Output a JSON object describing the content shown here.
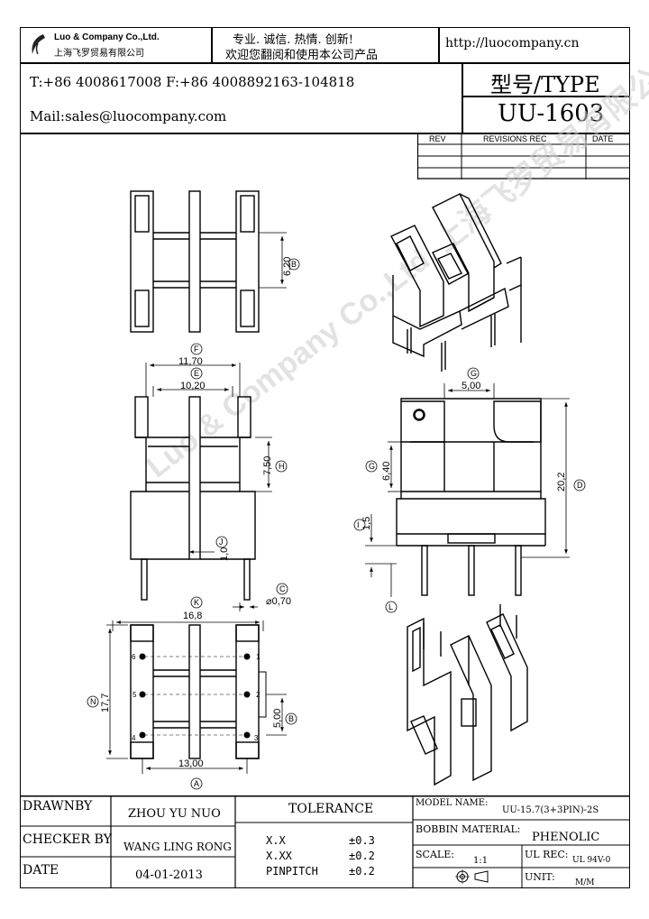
{
  "header": {
    "company_en": "Luo & Company Co.,Ltd.",
    "company_cn": "上海飞罗贸易有限公司",
    "slogan_1": "专业. 诚信.  热情.  创新!",
    "slogan_2": "欢迎您翻阅和使用本公司产品",
    "url": "http://luocompany.cn",
    "phone_fax": "T:+86 4008617008 F:+86 4008892163-104818",
    "mail": "Mail:sales@luocompany.com",
    "type_label": "型号/TYPE",
    "model_code": "UU-1603"
  },
  "revisions": {
    "col_rev": "REV",
    "col_rec": "REVISIONS REC",
    "col_date": "DATE"
  },
  "watermark": "Luo & Company Co.,Ltd.  上海飞罗贸易有限公司",
  "dimensions": {
    "d_620": "6,20",
    "l_b": "B",
    "d_1170": "11,70",
    "l_f": "F",
    "d_1020": "10,20",
    "l_e": "E",
    "d_750": "7,50",
    "l_h": "H",
    "d_10": "1,0",
    "l_j": "J",
    "d_070": "⌀0,70",
    "l_c": "C",
    "d_168": "16,8",
    "l_k": "K",
    "d_177": "17,7",
    "l_n": "N",
    "d_500b": "5,00",
    "l_b2": "B",
    "d_1300": "13,00",
    "l_a": "A",
    "pin1": "1",
    "pin2": "2",
    "pin3": "3",
    "pin4": "4",
    "pin5": "5",
    "pin6": "6",
    "d_500g": "5,00",
    "l_g": "G",
    "d_640": "6,40",
    "l_g2": "G",
    "d_202": "20,2",
    "l_d": "D",
    "d_15": "1,5",
    "l_i": "I",
    "l_l": "L"
  },
  "title_block": {
    "drawnby_label": "DRAWNBY",
    "drawnby_value": "ZHOU YU NUO",
    "checker_label": "CHECKER BY",
    "checker_value": "WANG LING RONG",
    "date_label": "DATE",
    "date_value": "04-01-2013",
    "tolerance_label": "TOLERANCE",
    "tol_rows": [
      {
        "name": "X.X",
        "value": "±0.3"
      },
      {
        "name": "X.XX",
        "value": "±0.2"
      },
      {
        "name": "PINPITCH",
        "value": "±0.2"
      }
    ],
    "model_name_label": "MODEL NAME:",
    "model_name_value": "UU-15.7(3+3PIN)-2S",
    "bobbin_label": "BOBBIN MATERIAL:",
    "bobbin_value": "PHENOLIC",
    "scale_label": "SCALE:",
    "scale_value": "1:1",
    "ulrec_label": "UL REC:",
    "ulrec_value": "UL 94V-0",
    "unit_label": "UNIT:",
    "unit_value": "M/M"
  }
}
